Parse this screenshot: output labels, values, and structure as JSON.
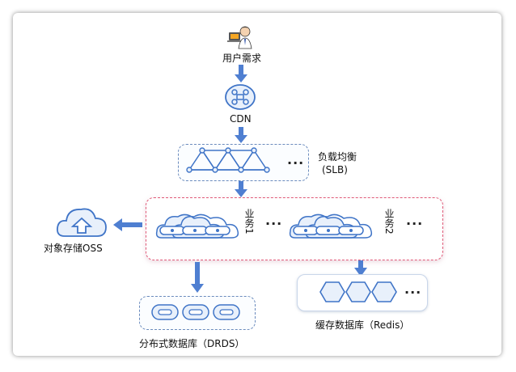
{
  "nodes": {
    "user": "用户需求",
    "cdn": "CDN",
    "slb_line1": "负载均衡",
    "slb_line2": "(SLB)",
    "biz1": "业务1",
    "biz2": "业务2",
    "oss": "对象存储OSS",
    "drds": "分布式数据库（DRDS）",
    "redis": "缓存数据库（Redis）"
  },
  "ellipsis": "···",
  "colors": {
    "arrow": "#4f7fd1",
    "icon_stroke": "#3f74c7",
    "icon_fill": "#e8f0fb",
    "dashed_blue": "#6b8bbd",
    "dashed_red": "#e05a78"
  }
}
